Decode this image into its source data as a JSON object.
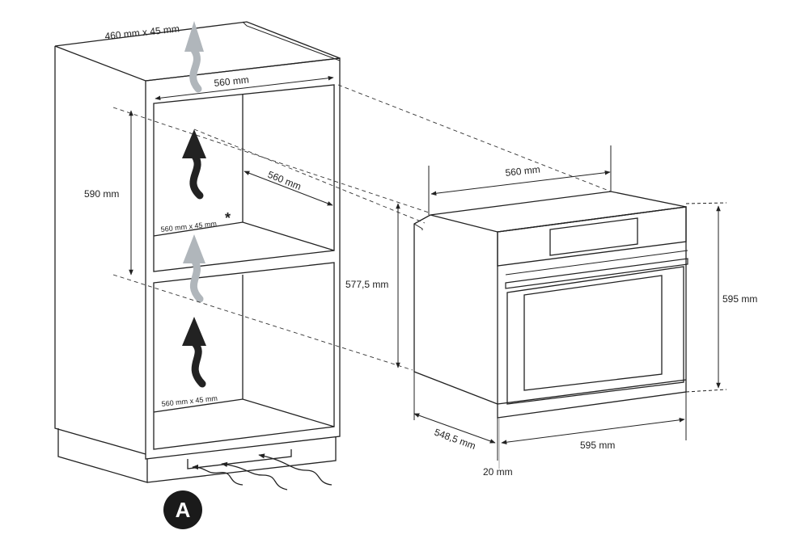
{
  "cabinet": {
    "top_vent": "460 mm x 45 mm",
    "inner_width": "560 mm",
    "niche_height": "590 mm",
    "inner_depth": "560 mm",
    "shelf_vent": "560 mm x 45 mm",
    "shelf_vent_note": "*",
    "bottom_vent": "560 mm x 45 mm",
    "marker": "A"
  },
  "oven": {
    "depth_top": "560 mm",
    "body_height": "577,5 mm",
    "height": "595 mm",
    "depth": "548,5 mm",
    "width": "595 mm",
    "front_depth": "20 mm"
  },
  "colors": {
    "line": "#222222",
    "airflow_dark": "#222222",
    "airflow_light": "#b0b6bb",
    "marker_bg": "#1a1a1a"
  },
  "icons": {
    "airflow": "up-arrow-icon",
    "intake": "wavy-arrow-icon"
  }
}
